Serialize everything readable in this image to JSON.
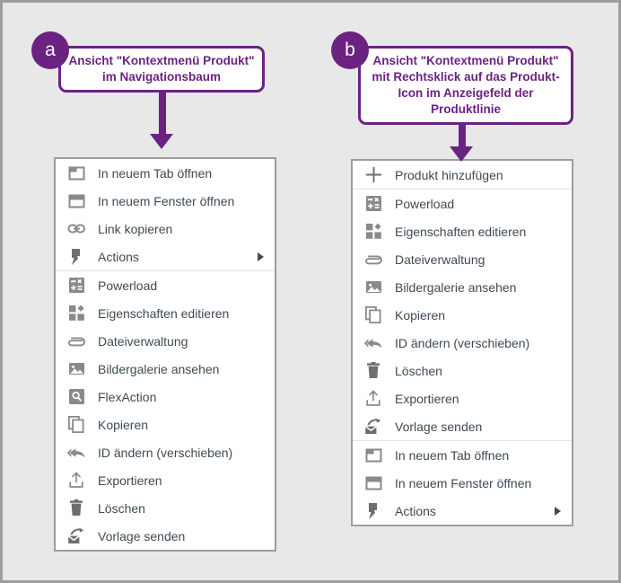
{
  "figure": {
    "background_color": "#e8e8e8",
    "frame_color": "#9e9e9e",
    "accent_color": "#6b2382",
    "menu_text_color": "#3e4a55",
    "menu_border_color": "#9e9e9e"
  },
  "panels": [
    {
      "badge": "a",
      "title": "Ansicht \"Kontextmenü Produkt\" im Navigationsbaum",
      "menu": {
        "items": [
          {
            "label": "In neuem Tab öffnen",
            "icon": "new-tab-icon",
            "separator_below": false
          },
          {
            "label": "In neuem Fenster öffnen",
            "icon": "new-window-icon",
            "separator_below": false
          },
          {
            "label": "Link kopieren",
            "icon": "link-icon",
            "separator_below": false
          },
          {
            "label": "Actions",
            "icon": "lightning-icon",
            "separator_below": true,
            "submenu": true
          },
          {
            "label": "Powerload",
            "icon": "powerload-icon",
            "separator_below": false
          },
          {
            "label": "Eigenschaften editieren",
            "icon": "edit-properties-icon",
            "separator_below": false
          },
          {
            "label": "Dateiverwaltung",
            "icon": "paperclip-icon",
            "separator_below": false
          },
          {
            "label": "Bildergalerie ansehen",
            "icon": "image-gallery-icon",
            "separator_below": false
          },
          {
            "label": "FlexAction",
            "icon": "search-box-icon",
            "separator_below": false
          },
          {
            "label": "Kopieren",
            "icon": "copy-icon",
            "separator_below": false
          },
          {
            "label": "ID ändern (verschieben)",
            "icon": "move-back-icon",
            "separator_below": false
          },
          {
            "label": "Exportieren",
            "icon": "export-upload-icon",
            "separator_below": false
          },
          {
            "label": "Löschen",
            "icon": "trash-icon",
            "separator_below": false
          },
          {
            "label": "Vorlage senden",
            "icon": "send-template-icon",
            "separator_below": false
          }
        ]
      }
    },
    {
      "badge": "b",
      "title": "Ansicht \"Kontextmenü Produkt\" mit Rechtsklick auf das Produkt-Icon im Anzeigefeld der Produktlinie",
      "menu": {
        "items": [
          {
            "label": "Produkt hinzufügen",
            "icon": "plus-icon",
            "separator_below": true
          },
          {
            "label": "Powerload",
            "icon": "powerload-icon",
            "separator_below": false
          },
          {
            "label": "Eigenschaften editieren",
            "icon": "edit-properties-icon",
            "separator_below": false
          },
          {
            "label": "Dateiverwaltung",
            "icon": "paperclip-icon",
            "separator_below": false
          },
          {
            "label": "Bildergalerie ansehen",
            "icon": "image-gallery-icon",
            "separator_below": false
          },
          {
            "label": "Kopieren",
            "icon": "copy-icon",
            "separator_below": false
          },
          {
            "label": "ID ändern (verschieben)",
            "icon": "move-back-icon",
            "separator_below": false
          },
          {
            "label": "Löschen",
            "icon": "trash-icon",
            "separator_below": false
          },
          {
            "label": "Exportieren",
            "icon": "export-upload-icon",
            "separator_below": false
          },
          {
            "label": "Vorlage senden",
            "icon": "send-template-icon",
            "separator_below": true
          },
          {
            "label": "In neuem Tab öffnen",
            "icon": "new-tab-icon",
            "separator_below": false
          },
          {
            "label": "In neuem Fenster öffnen",
            "icon": "new-window-icon",
            "separator_below": false
          },
          {
            "label": "Actions",
            "icon": "lightning-icon",
            "separator_below": false,
            "submenu": true
          }
        ]
      }
    }
  ]
}
